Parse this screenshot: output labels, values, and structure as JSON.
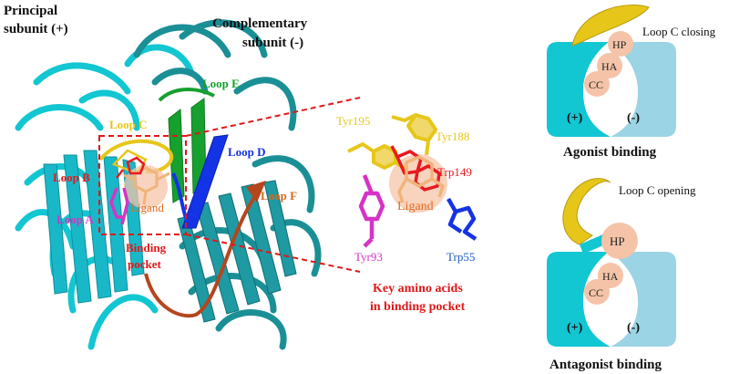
{
  "structure_panel": {
    "principal_label_line1": "Principal",
    "principal_label_line2": "subunit (+)",
    "complementary_label_line1": "Complementary",
    "complementary_label_line2": "subunit (-)",
    "loops": {
      "loop_a": "Loop A",
      "loop_b": "Loop B",
      "loop_c": "Loop C",
      "loop_d": "Loop D",
      "loop_e": "Loop E",
      "loop_f": "Loop F"
    },
    "ligand_label": "Ligand",
    "binding_pocket_line1": "Binding",
    "binding_pocket_line2": "pocket"
  },
  "zoom_panel": {
    "residues": {
      "tyr195": "Tyr195",
      "tyr188": "Tyr188",
      "trp149": "Trp149",
      "tyr93": "Tyr93",
      "trp55": "Trp55"
    },
    "ligand_label": "Ligand",
    "caption_line1": "Key amino acids",
    "caption_line2": "in binding pocket"
  },
  "agonist_panel": {
    "loop_state": "Loop C closing",
    "hp": "HP",
    "ha": "HA",
    "cc": "CC",
    "plus": "(+)",
    "minus": "(-)",
    "title": "Agonist binding"
  },
  "antagonist_panel": {
    "loop_state": "Loop C opening",
    "hp": "HP",
    "ha": "HA",
    "cc": "CC",
    "plus": "(+)",
    "minus": "(-)",
    "title": "Antagonist binding"
  },
  "colors": {
    "principal": "#12c6d2",
    "complementary": "#9bd4e4",
    "teal_ribbon": "#1b8f96",
    "loop_c": "#e6c619",
    "loop_a": "#d633c6",
    "loop_b": "#e8191f",
    "loop_d": "#1432e6",
    "loop_e": "#16a02e",
    "loop_f": "#b4461e",
    "ligand": "#f0b47a",
    "pocket_site": "#f5c4a8",
    "dashed": "#e01818"
  }
}
